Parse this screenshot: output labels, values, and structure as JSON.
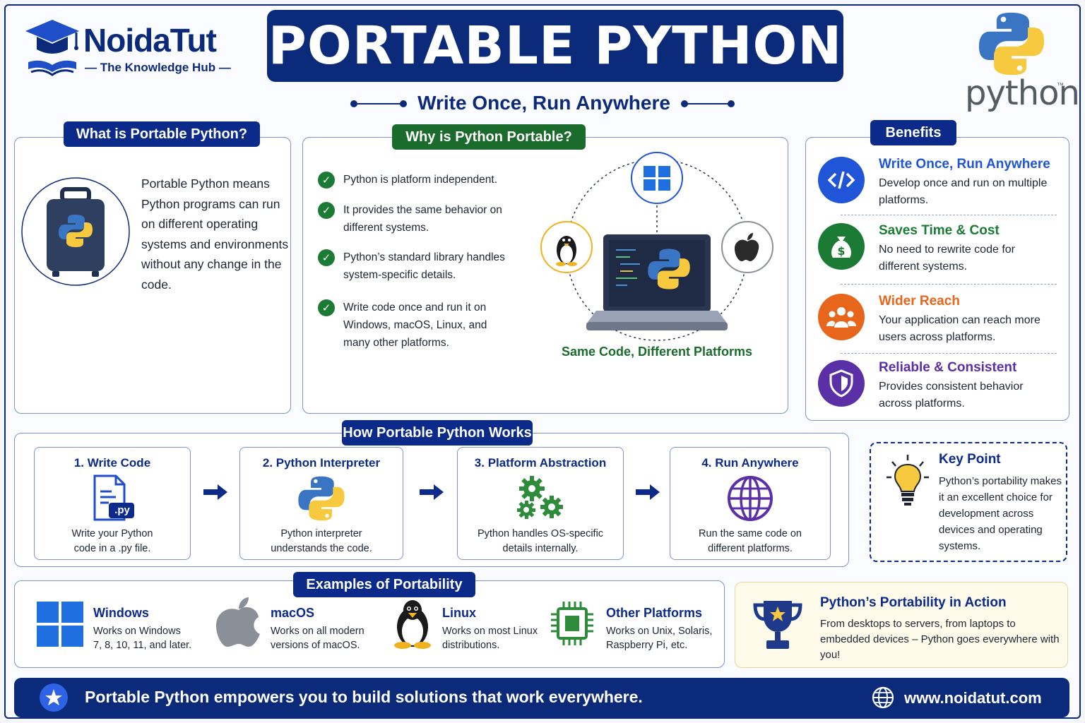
{
  "header": {
    "logo_name": "NoidaTut",
    "logo_tagline": "— The Knowledge Hub —",
    "title": "PORTABLE PYTHON",
    "subtitle": "Write Once, Run Anywhere",
    "python_wordmark": "python",
    "trademark": "™"
  },
  "what": {
    "heading": "What is Portable Python?",
    "body": "Portable Python means Python programs can run on different operating systems and environments without any change in the code.",
    "icon": "python-suitcase-icon"
  },
  "why": {
    "heading": "Why is Python Portable?",
    "items": [
      "Python is platform independent.",
      "It provides the same behavior on different systems.",
      "Python’s standard library handles system-specific details.",
      "Write code once and run it on Windows, macOS, Linux, and many other platforms."
    ],
    "caption": "Same Code, Different Platforms"
  },
  "benefits": {
    "heading": "Benefits",
    "items": [
      {
        "title": "Write Once, Run Anywhere",
        "desc": "Develop once and run on multiple platforms.",
        "icon": "code-icon",
        "color": "#1f55d6"
      },
      {
        "title": "Saves Time & Cost",
        "desc": "No need to rewrite code for different systems.",
        "icon": "money-bag-icon",
        "color": "#1b7a34"
      },
      {
        "title": "Wider Reach",
        "desc": "Your application can reach more users across platforms.",
        "icon": "users-icon",
        "color": "#e8661c"
      },
      {
        "title": "Reliable & Consistent",
        "desc": "Provides consistent behavior across platforms.",
        "icon": "shield-icon",
        "color": "#5b2fa6"
      }
    ]
  },
  "how": {
    "heading": "How Portable Python Works",
    "steps": [
      {
        "title": "1. Write Code",
        "desc1": "Write your Python",
        "desc2": "code in a  .py file.",
        "icon": "py-file-icon",
        "badge": ".py"
      },
      {
        "title": "2. Python Interpreter",
        "desc1": "Python interpreter",
        "desc2": "understands the code.",
        "icon": "python-logo-icon"
      },
      {
        "title": "3. Platform Abstraction",
        "desc1": "Python handles OS-specific",
        "desc2": "details internally.",
        "icon": "gears-icon"
      },
      {
        "title": "4. Run Anywhere",
        "desc1": "Run the same code on",
        "desc2": "different platforms.",
        "icon": "globe-icon"
      }
    ]
  },
  "key_point": {
    "title": "Key Point",
    "desc": "Python’s portability makes it an excellent choice for development across devices and operating systems.",
    "icon": "lightbulb-icon"
  },
  "examples": {
    "heading": "Examples of Portability",
    "items": [
      {
        "title": "Windows",
        "desc1": "Works on Windows",
        "desc2": "7, 8, 10, 11, and later.",
        "icon": "windows-icon"
      },
      {
        "title": "macOS",
        "desc1": "Works on all modern",
        "desc2": "versions of macOS.",
        "icon": "apple-icon"
      },
      {
        "title": "Linux",
        "desc1": "Works on most Linux",
        "desc2": "distributions.",
        "icon": "tux-icon"
      },
      {
        "title": "Other Platforms",
        "desc1": "Works on Unix, Solaris,",
        "desc2": "Raspberry Pi, etc.",
        "icon": "chip-icon"
      }
    ]
  },
  "action": {
    "title": "Python’s Portability in Action",
    "desc": "From desktops to servers, from laptops to embedded devices – Python goes everywhere with you!",
    "icon": "trophy-icon"
  },
  "footer": {
    "text": "Portable Python empowers you to build solutions that work everywhere.",
    "url": "www.noidatut.com"
  },
  "colors": {
    "navy": "#0b2a7a",
    "green": "#1b6b2c",
    "python_blue": "#3a75c4",
    "python_yellow": "#f7c93e"
  }
}
